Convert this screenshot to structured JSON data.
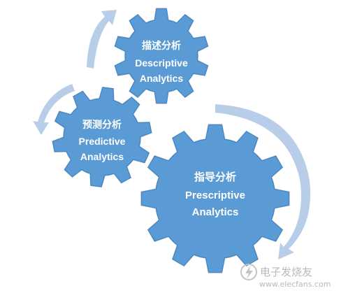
{
  "diagram": {
    "gears": [
      {
        "id": "descriptive",
        "title_zh": "描述分析",
        "title_en_1": "Descriptive",
        "title_en_2": "Analytics"
      },
      {
        "id": "predictive",
        "title_zh": "预测分析",
        "title_en_1": "Predictive",
        "title_en_2": "Analytics"
      },
      {
        "id": "prescriptive",
        "title_zh": "指导分析",
        "title_en_1": "Prescriptive",
        "title_en_2": "Analytics"
      }
    ],
    "colors": {
      "gear_fill": "#5b9bd5",
      "gear_stroke": "#4a88c2",
      "arrow_fill": "#b7cde8",
      "text": "#ffffff"
    }
  },
  "watermark": {
    "brand": "电子发烧友",
    "url": "www.elecfans.com",
    "icon": "lightning-badge-icon"
  }
}
